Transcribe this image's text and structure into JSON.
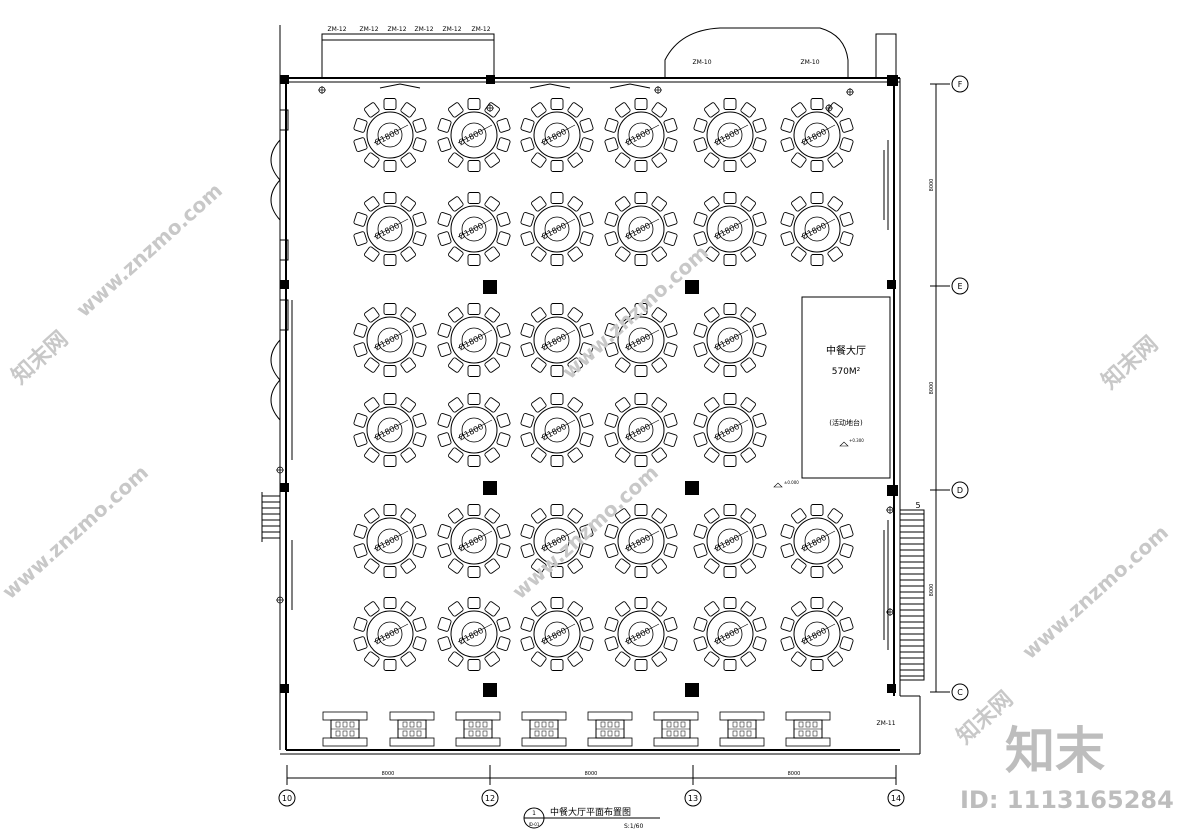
{
  "room": {
    "name": "中餐大厅",
    "area": "570M²",
    "stage_note": "(活动地台)"
  },
  "table_label": "Ø1800",
  "door_tags": {
    "toilets": [
      "ZM-12",
      "ZM-12",
      "ZM-12",
      "ZM-12",
      "ZM-12",
      "ZM-12"
    ],
    "top_left": "ZM-10",
    "top_right": "ZM-10",
    "bottom_right": "ZM-11"
  },
  "grid": {
    "columns": [
      "10",
      "12",
      "13",
      "14"
    ],
    "rows": [
      "F",
      "E",
      "D",
      "C"
    ],
    "horizontal_dims": [
      "8000",
      "8000",
      "8000"
    ],
    "vertical_dims": [
      "8000",
      "8000",
      "8000"
    ]
  },
  "title_block": {
    "number": "1",
    "sheet": "JD-01",
    "title": "中餐大厅平面布置图",
    "scale": "S:1/60"
  },
  "watermark": {
    "site": "www.znzmo.com",
    "brand": "知末网",
    "logo": "知末",
    "id": "ID: 1113165284"
  },
  "stair_tag": "5",
  "elevation_marks": [
    "±0.000",
    "+0.300"
  ]
}
